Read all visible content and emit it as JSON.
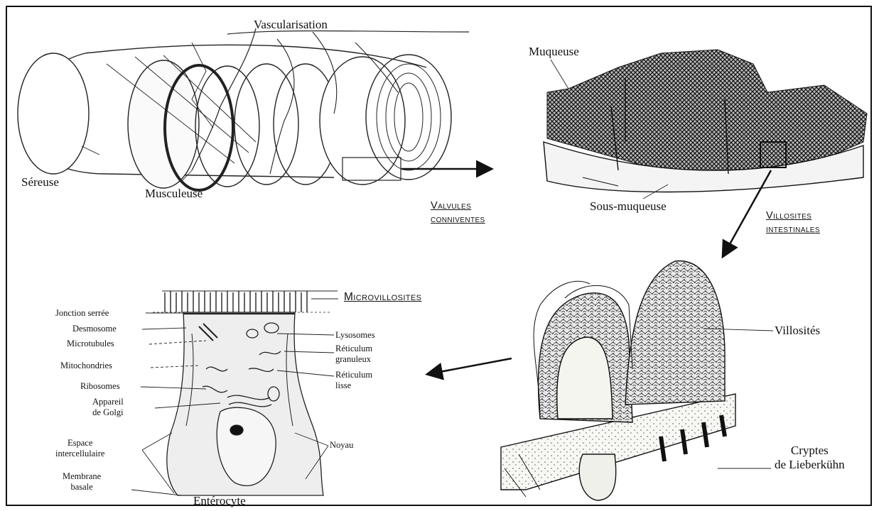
{
  "labels": {
    "vascularisation": "Vascularisation",
    "sereuse": "Séreuse",
    "musculeuse": "Musculeuse",
    "muqueuse": "Muqueuse",
    "sous_muqueuse": "Sous-muqueuse",
    "valvules_line1": "Valvules",
    "valvules_line2": "conniventes",
    "villosites_int_line1": "Villosites",
    "villosites_int_line2": "intestinales",
    "microvillosites": "Microvillosites",
    "jonction": "Jonction serrée",
    "desmosome": "Desmosome",
    "microtubules": "Microtubules",
    "mitochondries": "Mitochondries",
    "ribosomes": "Ribosomes",
    "golgi_line1": "Appareil",
    "golgi_line2": "de Golgi",
    "espace_line1": "Espace",
    "espace_line2": "intercellulaire",
    "membrane_line1": "Membrane",
    "membrane_line2": "basale",
    "enterocyte": "Entérocyte",
    "lysosomes": "Lysosomes",
    "ret_gran_line1": "Réticulum",
    "ret_gran_line2": "granuleux",
    "ret_lisse_line1": "Réticulum",
    "ret_lisse_line2": "lisse",
    "noyau": "Noyau",
    "villosites": "Villosités",
    "cryptes_line1": "Cryptes",
    "cryptes_line2": "de Lieberkühn"
  }
}
